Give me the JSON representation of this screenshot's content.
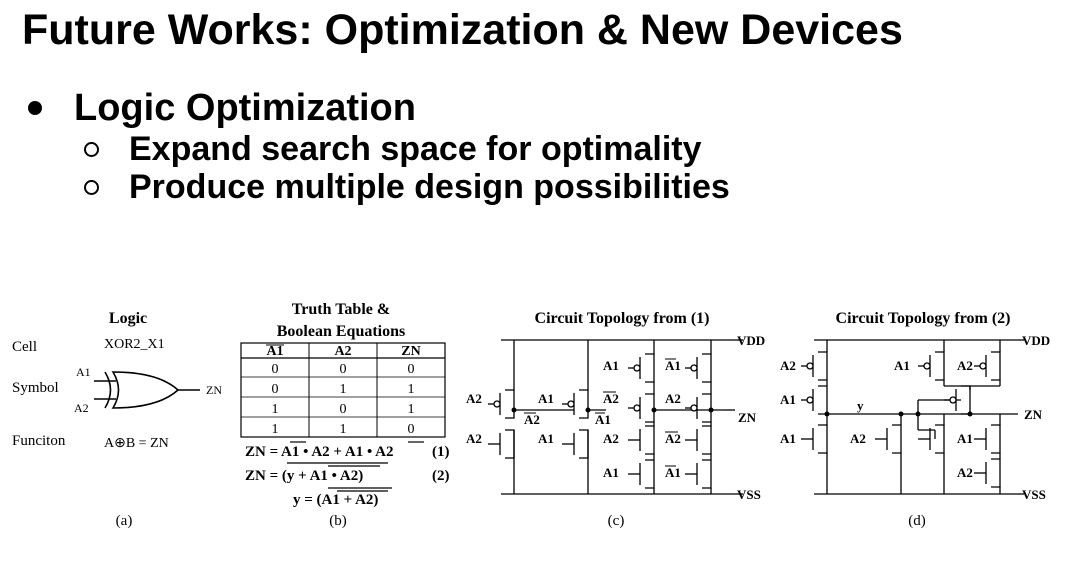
{
  "title": "Future Works: Optimization & New Devices",
  "bullets": {
    "main": "Logic Optimization",
    "subs": [
      "Expand search space for optimality",
      "Produce multiple design possibilities"
    ]
  },
  "figure": {
    "panel_a": {
      "heading": "Logic",
      "cell_label": "Cell",
      "cell_value": "XOR2_X1",
      "symbol_label": "Symbol",
      "input1": "A1",
      "input2": "A2",
      "output": "ZN",
      "function_label": "Funciton",
      "function_value": "A⊕B = ZN",
      "caption": "(a)"
    },
    "panel_b": {
      "heading_line1": "Truth Table &",
      "heading_line2": "Boolean Equations",
      "table": {
        "headers": [
          "A1",
          "A2",
          "ZN"
        ],
        "rows": [
          [
            "0",
            "0",
            "0"
          ],
          [
            "0",
            "1",
            "1"
          ],
          [
            "1",
            "0",
            "1"
          ],
          [
            "1",
            "1",
            "0"
          ]
        ]
      },
      "eq1": "ZN = A1 • A2 + A1 • A2",
      "eq1_num": "(1)",
      "eq2": "ZN = (y + A1 • A2)",
      "eq2_num": "(2)",
      "eq3": "y = (A1 + A2)",
      "caption": "(b)"
    },
    "panel_c": {
      "heading": "Circuit Topology from (1)",
      "vdd": "VDD",
      "vss": "VSS",
      "zn": "ZN",
      "labels": {
        "a2_top": "A2",
        "a2_bot": "A2",
        "a1_l_top": "A1",
        "a1_l_bot": "A1",
        "a2bar_node": "A2",
        "a1bar_node": "A1",
        "a1_p1": "A1",
        "a1bar_p1": "A1",
        "a2bar_p2": "A2",
        "a2_p2": "A2",
        "a2_n1": "A2",
        "a2bar_n1": "A2",
        "a1_n2": "A1",
        "a1bar_n2": "A1"
      },
      "caption": "(c)"
    },
    "panel_d": {
      "heading": "Circuit Topology from (2)",
      "vdd": "VDD",
      "vss": "VSS",
      "zn": "ZN",
      "y": "y",
      "labels": {
        "a2_l": "A2",
        "a1_l": "A1",
        "a1_ln": "A1",
        "a2_ln": "A2",
        "a1_p": "A1",
        "a2_p": "A2",
        "a1_n": "A1",
        "a2_n": "A2"
      },
      "caption": "(d)"
    }
  }
}
